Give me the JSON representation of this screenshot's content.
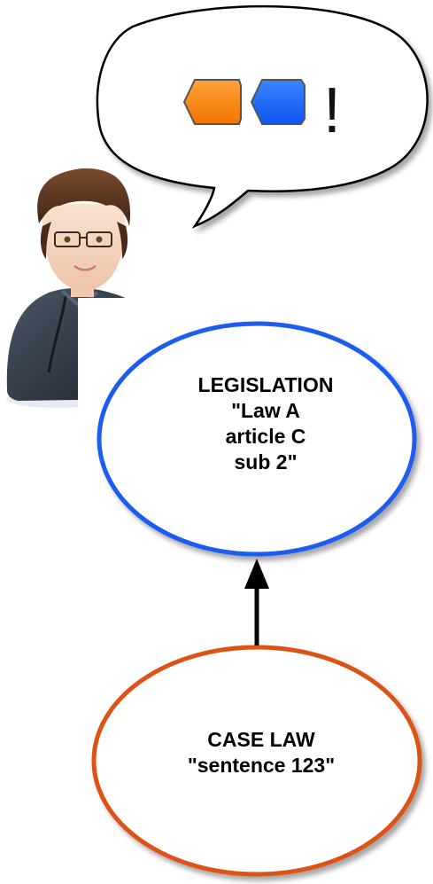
{
  "speech_bubble": {
    "exclamation": "!",
    "shapes": [
      {
        "icon": "orange-hexagon",
        "color": "#ff8500"
      },
      {
        "icon": "blue-hexagon",
        "color": "#1a66ff"
      }
    ]
  },
  "avatar": {
    "icon": "woman-with-glasses"
  },
  "nodes": {
    "legislation": {
      "lines": [
        "LEGISLATION",
        "\"Law A",
        "article C",
        "sub 2\""
      ],
      "border_color": "#1a5cf0"
    },
    "case_law": {
      "lines": [
        "CASE LAW",
        "\"sentence 123\""
      ],
      "border_color": "#dd5313"
    }
  },
  "edge": {
    "from": "case_law",
    "to": "legislation",
    "color": "#000000"
  }
}
